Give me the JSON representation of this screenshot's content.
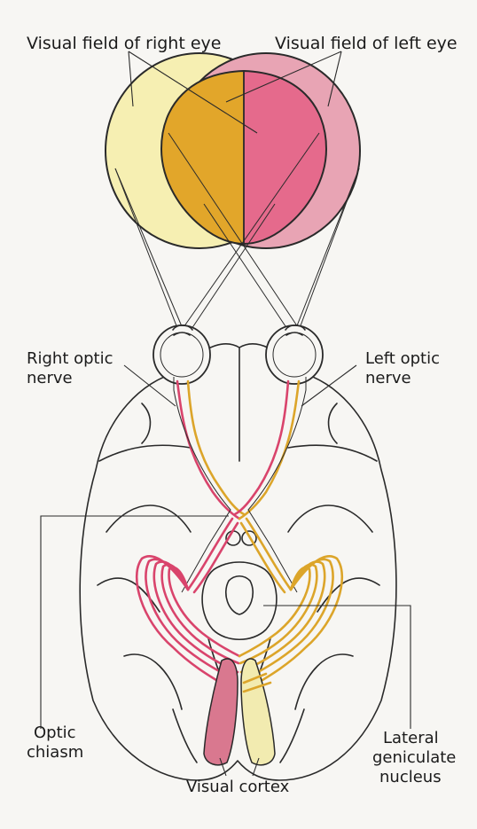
{
  "labels": {
    "visual_field_right": "Visual field of right eye",
    "visual_field_left": "Visual field of left eye",
    "right_optic_nerve_1": "Right optic",
    "right_optic_nerve_2": "nerve",
    "left_optic_nerve_1": "Left optic",
    "left_optic_nerve_2": "nerve",
    "optic_chiasm_1": "Optic",
    "optic_chiasm_2": "chiasm",
    "lgn_1": "Lateral",
    "lgn_2": "geniculate",
    "lgn_3": "nucleus",
    "visual_cortex": "Visual cortex"
  },
  "colors": {
    "right_field": "#f6efb2",
    "left_field": "#e8a4b4",
    "overlap_right_half": "#e2a62a",
    "overlap_left_half": "#e56a8c",
    "red_pathway": "#d9446c",
    "yellow_pathway": "#dca52a",
    "cortex_left_fill": "#d9788f",
    "cortex_right_fill": "#f2ebb0"
  }
}
